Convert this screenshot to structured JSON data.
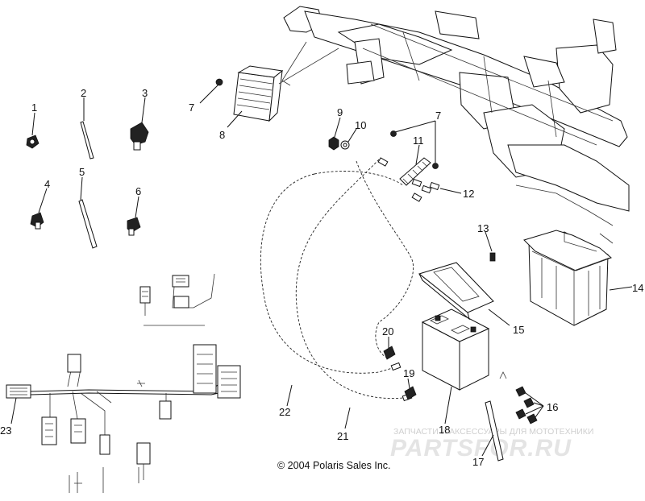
{
  "callouts": {
    "c1": "1",
    "c2": "2",
    "c3": "3",
    "c4": "4",
    "c5": "5",
    "c6": "6",
    "c7a": "7",
    "c7b": "7",
    "c8": "8",
    "c9": "9",
    "c10": "10",
    "c11": "11",
    "c12": "12",
    "c13": "13",
    "c14": "14",
    "c15": "15",
    "c16": "16",
    "c17": "17",
    "c18": "18",
    "c19": "19",
    "c20": "20",
    "c21": "21",
    "c22": "22",
    "c23": "23"
  },
  "copyright": "© 2004 Polaris Sales Inc.",
  "watermark": {
    "tagline": "ЗАПЧАСТИ И АКСЕССУАРЫ ДЛЯ МОТОТЕХНИКИ",
    "brand": "PARTSFOR.RU"
  },
  "colors": {
    "line": "#111111",
    "background": "#ffffff",
    "watermark": "#e4e4e4"
  }
}
